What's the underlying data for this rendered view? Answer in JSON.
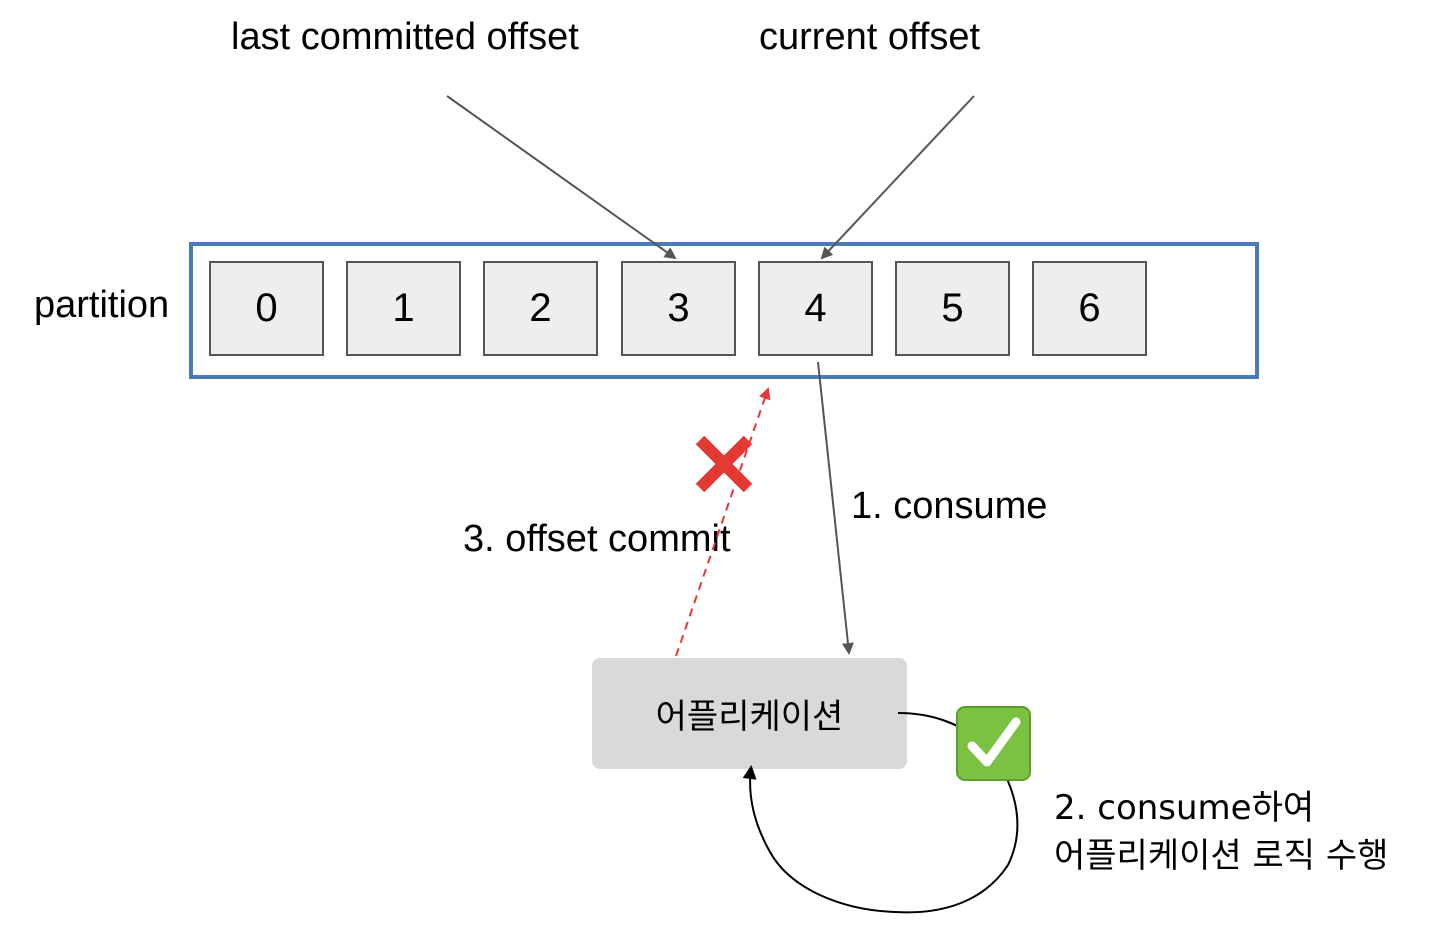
{
  "top_labels": {
    "last_committed_offset": "last committed offset",
    "current_offset": "current offset"
  },
  "partition": {
    "label": "partition",
    "cells": [
      "0",
      "1",
      "2",
      "3",
      "4",
      "5",
      "6"
    ]
  },
  "steps": {
    "consume": "1. consume",
    "logic_line1": "2. consume하여",
    "logic_line2": "어플리케이션 로직 수행",
    "offset_commit": "3. offset commit"
  },
  "application": {
    "label": "어플리케이션"
  },
  "icons": {
    "success": "check-mark-icon",
    "failure": "cross-mark-icon"
  },
  "colors": {
    "partition_border": "#4a7ab8",
    "cell_fill": "#eeeeee",
    "app_fill": "#d9d9d9",
    "arrow": "#555555",
    "failed_commit": "#e53935",
    "check_badge": "#7cc242"
  }
}
